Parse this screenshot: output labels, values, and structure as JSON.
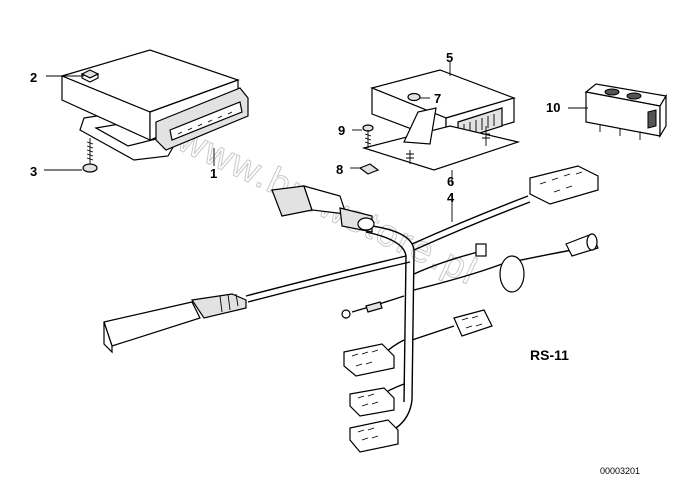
{
  "watermark": "www.bmwstore.pl",
  "diagram_code": "RS-11",
  "image_number": "00003201",
  "callouts": {
    "c1": "1",
    "c2": "2",
    "c3": "3",
    "c4": "4",
    "c5": "5",
    "c6": "6",
    "c7": "7",
    "c8": "8",
    "c9": "9",
    "c10": "10"
  }
}
